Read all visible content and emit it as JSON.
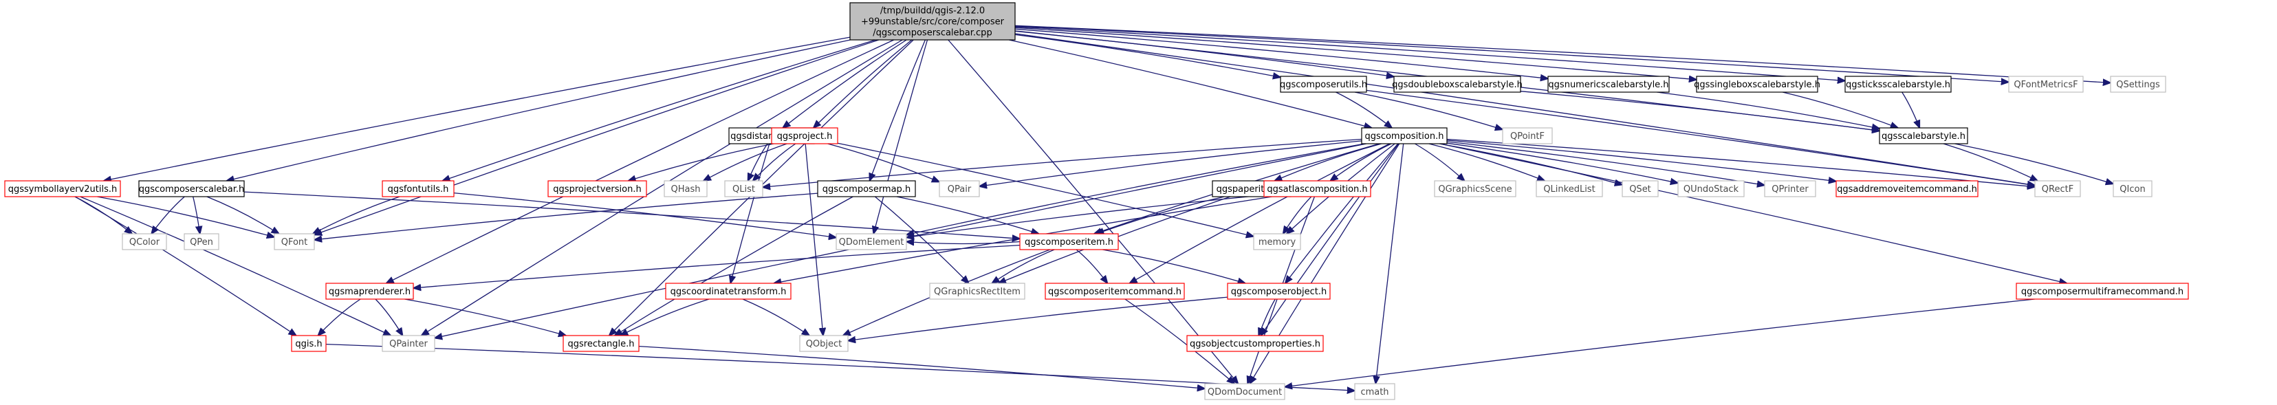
{
  "graph": {
    "root": {
      "id": "root",
      "lines": [
        "/tmp/buildd/qgis-2.12.0",
        "+99unstable/src/core/composer",
        "/qgscomposerscalebar.cpp"
      ],
      "kind": "root"
    },
    "nodes": [
      {
        "id": "qgscomposerutils",
        "label": "qgscomposerutils.h",
        "kind": "doc"
      },
      {
        "id": "qgsdoubleboxscalebarstyle",
        "label": "qgsdoubleboxscalebarstyle.h",
        "kind": "doc"
      },
      {
        "id": "qgsnumericscalebarstyle",
        "label": "qgsnumericscalebarstyle.h",
        "kind": "doc"
      },
      {
        "id": "qgssingleboxscalebarstyle",
        "label": "qgssingleboxscalebarstyle.h",
        "kind": "doc"
      },
      {
        "id": "qgsticksscalebarstyle",
        "label": "qgsticksscalebarstyle.h",
        "kind": "doc"
      },
      {
        "id": "QFontMetricsF",
        "label": "QFontMetricsF",
        "kind": "sys"
      },
      {
        "id": "QSettings",
        "label": "QSettings",
        "kind": "sys"
      },
      {
        "id": "qgsscalebarstyle",
        "label": "qgsscalebarstyle.h",
        "kind": "doc"
      },
      {
        "id": "QPointF",
        "label": "QPointF",
        "kind": "sys"
      },
      {
        "id": "qgsdistancearea",
        "label": "qgsdistancearea.h",
        "kind": "doc"
      },
      {
        "id": "qgsproject",
        "label": "qgsproject.h",
        "kind": "red"
      },
      {
        "id": "qgscomposition",
        "label": "qgscomposition.h",
        "kind": "doc"
      },
      {
        "id": "qgssymbollayerv2utils",
        "label": "qgssymbollayerv2utils.h",
        "kind": "red"
      },
      {
        "id": "qgscomposerscalebar",
        "label": "qgscomposerscalebar.h",
        "kind": "doc"
      },
      {
        "id": "qgsfontutils",
        "label": "qgsfontutils.h",
        "kind": "red"
      },
      {
        "id": "qgsprojectversion",
        "label": "qgsprojectversion.h",
        "kind": "red"
      },
      {
        "id": "QHash",
        "label": "QHash",
        "kind": "sys"
      },
      {
        "id": "QList",
        "label": "QList",
        "kind": "sys"
      },
      {
        "id": "QPair",
        "label": "QPair",
        "kind": "sys"
      },
      {
        "id": "qgscomposermap",
        "label": "qgscomposermap.h",
        "kind": "doc"
      },
      {
        "id": "qgspaperitem",
        "label": "qgspaperitem.h",
        "kind": "doc"
      },
      {
        "id": "qgsatlascomposition",
        "label": "qgsatlascomposition.h",
        "kind": "red"
      },
      {
        "id": "QGraphicsScene",
        "label": "QGraphicsScene",
        "kind": "sys"
      },
      {
        "id": "QLinkedList",
        "label": "QLinkedList",
        "kind": "sys"
      },
      {
        "id": "QSet",
        "label": "QSet",
        "kind": "sys"
      },
      {
        "id": "QUndoStack",
        "label": "QUndoStack",
        "kind": "sys"
      },
      {
        "id": "QPrinter",
        "label": "QPrinter",
        "kind": "sys"
      },
      {
        "id": "qgsaddremoveitemcommand",
        "label": "qgsaddremoveitemcommand.h",
        "kind": "red"
      },
      {
        "id": "QRectF",
        "label": "QRectF",
        "kind": "sys"
      },
      {
        "id": "QIcon",
        "label": "QIcon",
        "kind": "sys"
      },
      {
        "id": "QColor",
        "label": "QColor",
        "kind": "sys"
      },
      {
        "id": "QPen",
        "label": "QPen",
        "kind": "sys"
      },
      {
        "id": "QFont",
        "label": "QFont",
        "kind": "sys"
      },
      {
        "id": "QDomElement",
        "label": "QDomElement",
        "kind": "sys"
      },
      {
        "id": "memory",
        "label": "memory",
        "kind": "sys"
      },
      {
        "id": "qgscomposeritem",
        "label": "qgscomposeritem.h",
        "kind": "red"
      },
      {
        "id": "qgsmaprenderer",
        "label": "qgsmaprenderer.h",
        "kind": "red"
      },
      {
        "id": "qgscoordinatetransform",
        "label": "qgscoordinatetransform.h",
        "kind": "red"
      },
      {
        "id": "QGraphicsRectItem",
        "label": "QGraphicsRectItem",
        "kind": "sys"
      },
      {
        "id": "qgscomposeritemcommand",
        "label": "qgscomposeritemcommand.h",
        "kind": "red"
      },
      {
        "id": "qgscomposerobject",
        "label": "qgscomposerobject.h",
        "kind": "red"
      },
      {
        "id": "qgscomposermultiframecommand",
        "label": "qgscomposermultiframecommand.h",
        "kind": "red"
      },
      {
        "id": "qgis",
        "label": "qgis.h",
        "kind": "red"
      },
      {
        "id": "QPainter",
        "label": "QPainter",
        "kind": "sys"
      },
      {
        "id": "qgsrectangle",
        "label": "qgsrectangle.h",
        "kind": "red"
      },
      {
        "id": "QObject",
        "label": "QObject",
        "kind": "sys"
      },
      {
        "id": "qgsobjectcustomproperties",
        "label": "qgsobjectcustomproperties.h",
        "kind": "red"
      },
      {
        "id": "QDomDocument",
        "label": "QDomDocument",
        "kind": "sys"
      },
      {
        "id": "cmath",
        "label": "cmath",
        "kind": "sys"
      }
    ],
    "edges": [
      [
        "root",
        "qgscomposerutils"
      ],
      [
        "root",
        "qgsdoubleboxscalebarstyle"
      ],
      [
        "root",
        "qgsnumericscalebarstyle"
      ],
      [
        "root",
        "qgssingleboxscalebarstyle"
      ],
      [
        "root",
        "qgsticksscalebarstyle"
      ],
      [
        "root",
        "QFontMetricsF"
      ],
      [
        "root",
        "QSettings"
      ],
      [
        "root",
        "qgsscalebarstyle"
      ],
      [
        "root",
        "qgsdistancearea"
      ],
      [
        "root",
        "qgsproject"
      ],
      [
        "root",
        "qgscomposition"
      ],
      [
        "root",
        "qgssymbollayerv2utils"
      ],
      [
        "root",
        "qgscomposerscalebar"
      ],
      [
        "root",
        "qgsfontutils"
      ],
      [
        "root",
        "qgscomposermap"
      ],
      [
        "root",
        "QDomElement"
      ],
      [
        "root",
        "QFont"
      ],
      [
        "root",
        "qgsmaprenderer"
      ],
      [
        "root",
        "QPainter"
      ],
      [
        "root",
        "qgsrectangle"
      ],
      [
        "root",
        "QDomDocument"
      ],
      [
        "root",
        "QRectF"
      ],
      [
        "qgscomposerutils",
        "qgscomposition"
      ],
      [
        "qgscomposerutils",
        "QPointF"
      ],
      [
        "qgscomposerutils",
        "QRectF"
      ],
      [
        "qgsdoubleboxscalebarstyle",
        "qgsscalebarstyle"
      ],
      [
        "qgsnumericscalebarstyle",
        "qgsscalebarstyle"
      ],
      [
        "qgssingleboxscalebarstyle",
        "qgsscalebarstyle"
      ],
      [
        "qgsticksscalebarstyle",
        "qgsscalebarstyle"
      ],
      [
        "qgsscalebarstyle",
        "QIcon"
      ],
      [
        "qgsscalebarstyle",
        "QRectF"
      ],
      [
        "qgsdistancearea",
        "QList"
      ],
      [
        "qgsdistancearea",
        "qgscoordinatetransform"
      ],
      [
        "qgsproject",
        "qgsprojectversion"
      ],
      [
        "qgsproject",
        "QHash"
      ],
      [
        "qgsproject",
        "QList"
      ],
      [
        "qgsproject",
        "QPair"
      ],
      [
        "qgsproject",
        "QObject"
      ],
      [
        "qgsproject",
        "memory"
      ],
      [
        "qgscomposition",
        "QList"
      ],
      [
        "qgscomposition",
        "QPair"
      ],
      [
        "qgscomposition",
        "qgspaperitem"
      ],
      [
        "qgscomposition",
        "qgsatlascomposition"
      ],
      [
        "qgscomposition",
        "QGraphicsScene"
      ],
      [
        "qgscomposition",
        "QLinkedList"
      ],
      [
        "qgscomposition",
        "QSet"
      ],
      [
        "qgscomposition",
        "QUndoStack"
      ],
      [
        "qgscomposition",
        "QPrinter"
      ],
      [
        "qgscomposition",
        "qgsaddremoveitemcommand"
      ],
      [
        "qgscomposition",
        "QRectF"
      ],
      [
        "qgscomposition",
        "qgscomposeritem"
      ],
      [
        "qgscomposition",
        "QDomElement"
      ],
      [
        "qgscomposition",
        "memory"
      ],
      [
        "qgscomposition",
        "qgscomposeritemcommand"
      ],
      [
        "qgscomposition",
        "qgscomposerobject"
      ],
      [
        "qgscomposition",
        "qgscomposermultiframecommand"
      ],
      [
        "qgscomposition",
        "QDomDocument"
      ],
      [
        "qgscomposition",
        "cmath"
      ],
      [
        "qgscomposition",
        "QPainter"
      ],
      [
        "qgscomposition",
        "qgsobjectcustomproperties"
      ],
      [
        "qgssymbollayerv2utils",
        "QColor"
      ],
      [
        "qgssymbollayerv2utils",
        "QFont"
      ],
      [
        "qgssymbollayerv2utils",
        "QPainter"
      ],
      [
        "qgssymbollayerv2utils",
        "qgis"
      ],
      [
        "qgscomposerscalebar",
        "QColor"
      ],
      [
        "qgscomposerscalebar",
        "QPen"
      ],
      [
        "qgscomposerscalebar",
        "QFont"
      ],
      [
        "qgscomposerscalebar",
        "qgscomposeritem"
      ],
      [
        "qgsfontutils",
        "QFont"
      ],
      [
        "qgsfontutils",
        "QDomElement"
      ],
      [
        "qgscomposermap",
        "QFont"
      ],
      [
        "qgscomposermap",
        "qgscomposeritem"
      ],
      [
        "qgscomposermap",
        "QGraphicsRectItem"
      ],
      [
        "qgscomposermap",
        "qgsrectangle"
      ],
      [
        "qgspaperitem",
        "qgscomposeritem"
      ],
      [
        "qgspaperitem",
        "QGraphicsRectItem"
      ],
      [
        "qgsatlascomposition",
        "QDomElement"
      ],
      [
        "qgsatlascomposition",
        "memory"
      ],
      [
        "qgsatlascomposition",
        "qgscoordinatetransform"
      ],
      [
        "qgsatlascomposition",
        "QDomDocument"
      ],
      [
        "qgscomposeritem",
        "QDomElement"
      ],
      [
        "qgscomposeritem",
        "QGraphicsRectItem"
      ],
      [
        "qgscomposeritem",
        "qgscomposeritemcommand"
      ],
      [
        "qgscomposeritem",
        "qgscomposerobject"
      ],
      [
        "qgscomposeritem",
        "QObject"
      ],
      [
        "qgscomposeritem",
        "qgsmaprenderer"
      ],
      [
        "qgsmaprenderer",
        "qgis"
      ],
      [
        "qgsmaprenderer",
        "QPainter"
      ],
      [
        "qgsmaprenderer",
        "qgsrectangle"
      ],
      [
        "qgscoordinatetransform",
        "QObject"
      ],
      [
        "qgscoordinatetransform",
        "qgsrectangle"
      ],
      [
        "qgscomposeritemcommand",
        "QDomDocument"
      ],
      [
        "qgscomposerobject",
        "QObject"
      ],
      [
        "qgscomposerobject",
        "qgsobjectcustomproperties"
      ],
      [
        "qgscomposermultiframecommand",
        "QDomDocument"
      ],
      [
        "qgis",
        "cmath"
      ],
      [
        "qgsrectangle",
        "QDomDocument"
      ]
    ]
  }
}
